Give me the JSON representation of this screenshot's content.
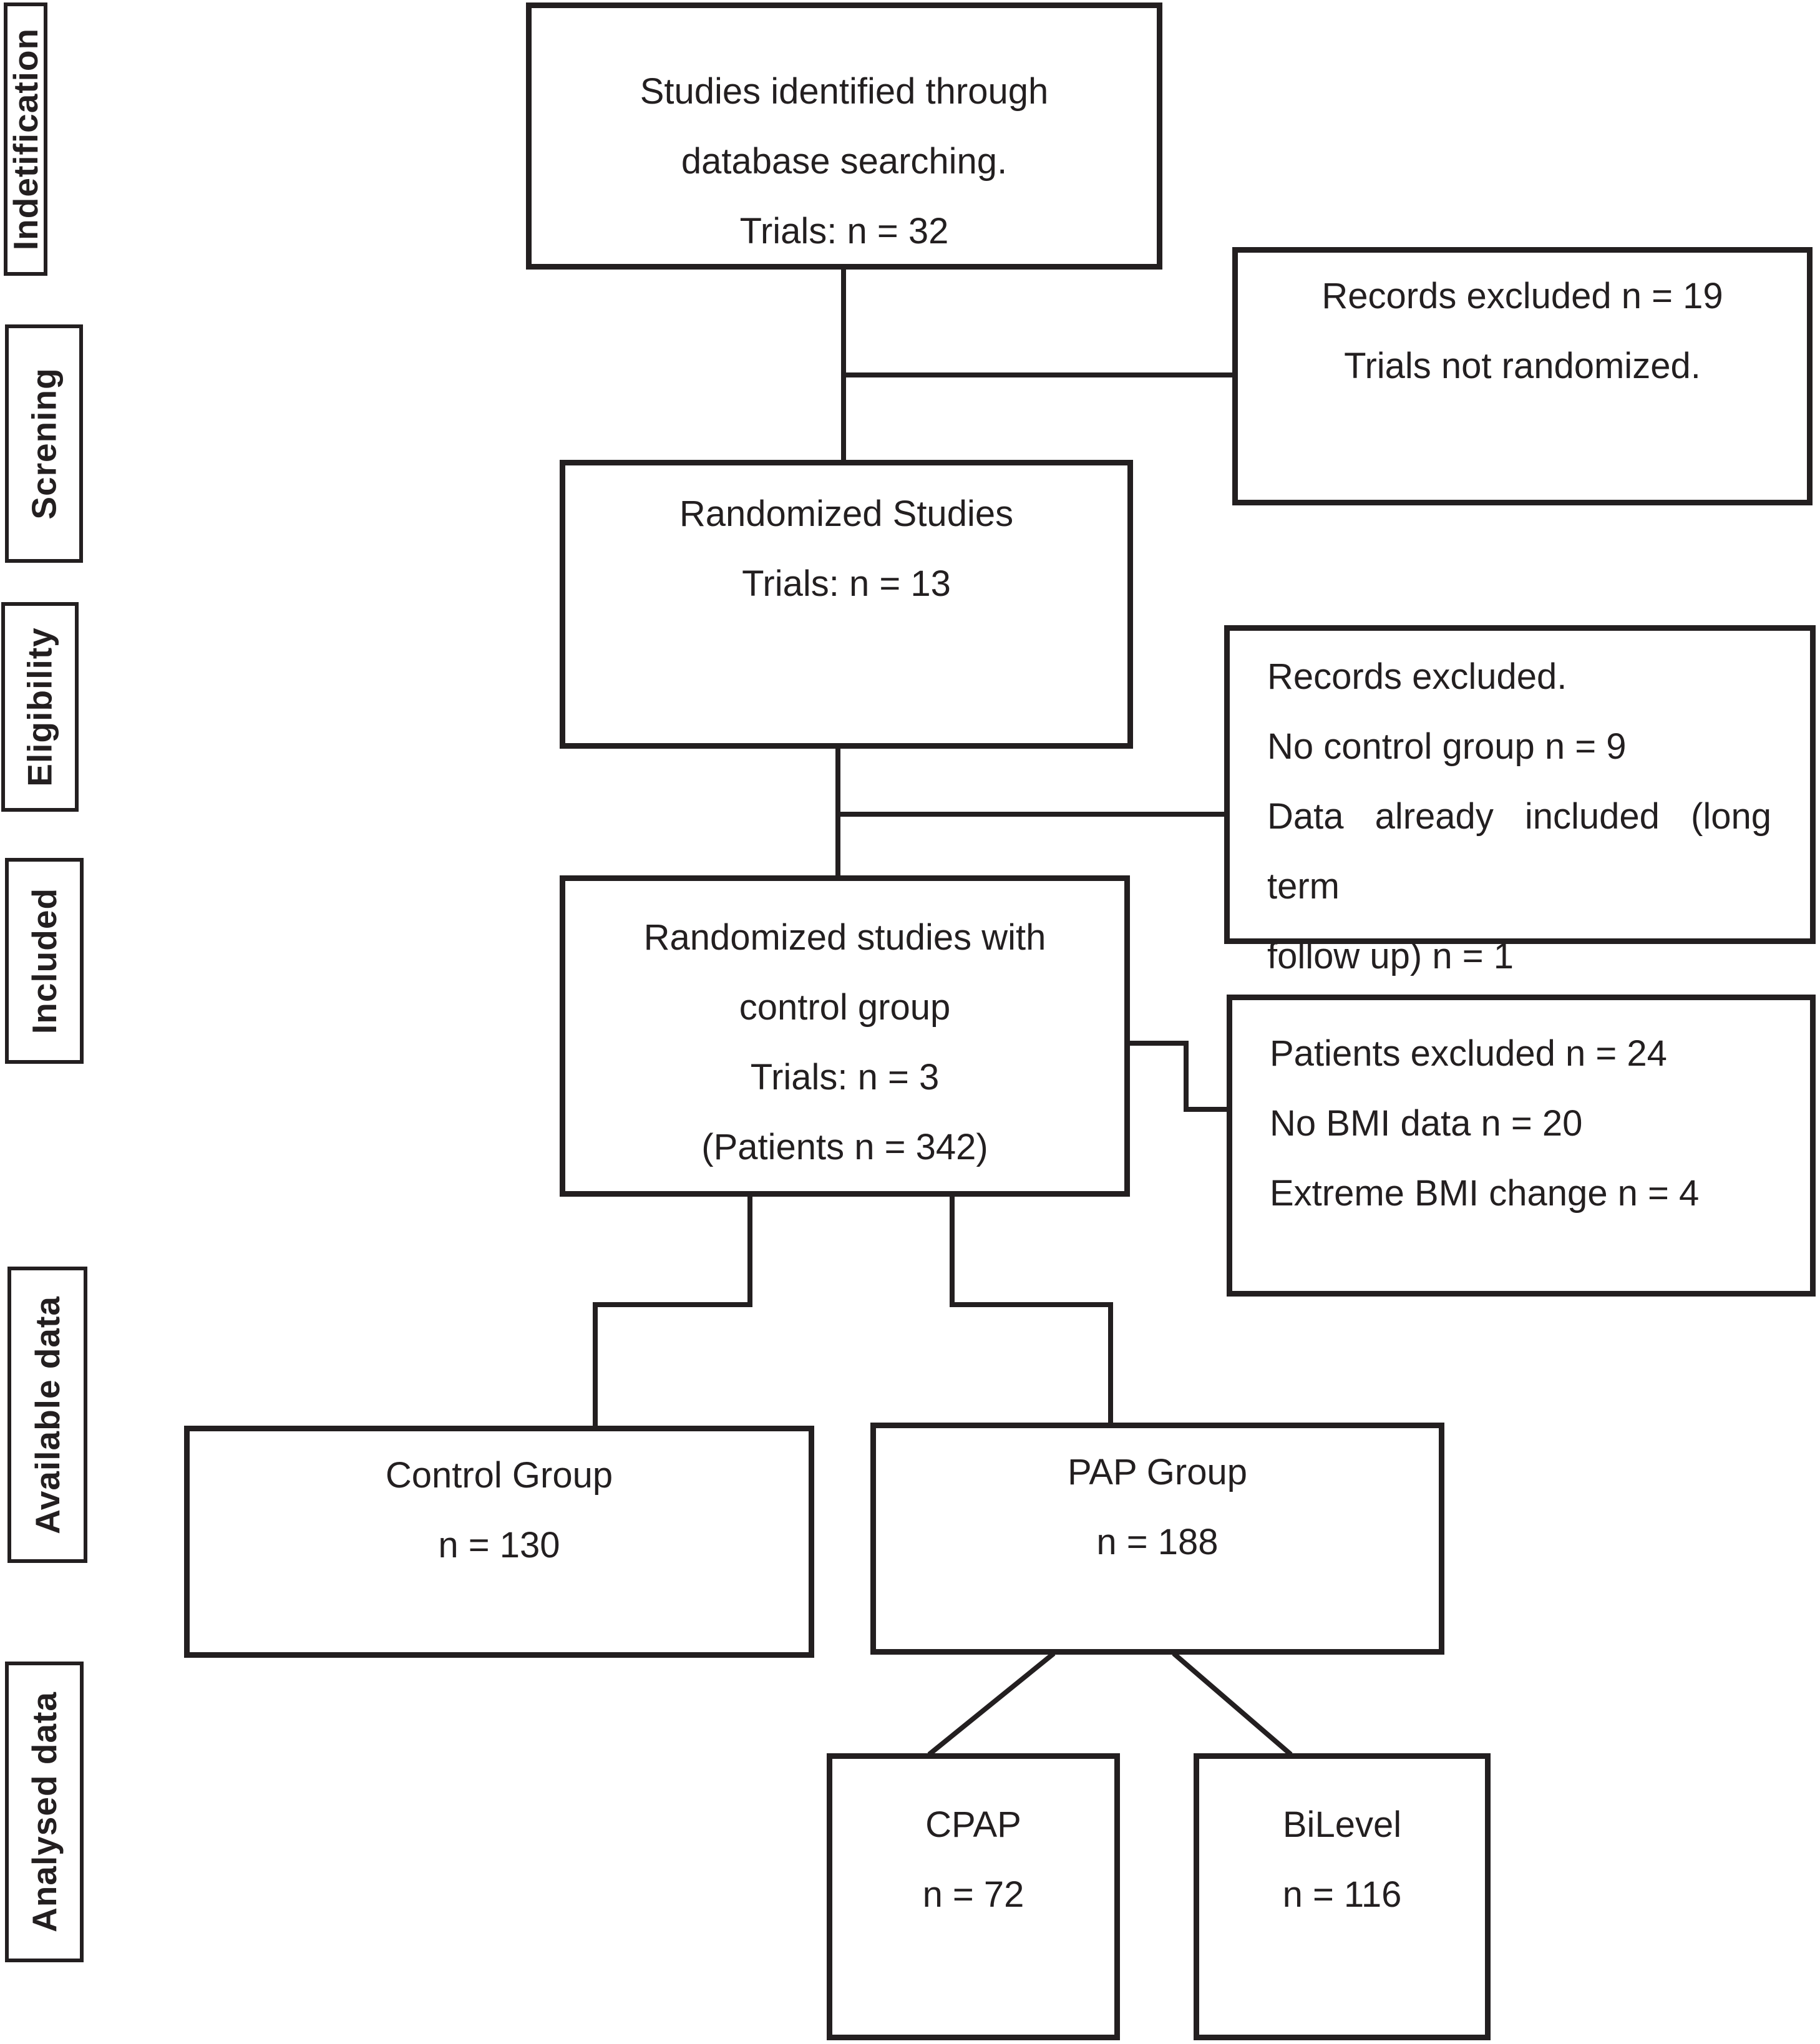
{
  "title": "Study selection flow diagram",
  "sidebar": {
    "stages": [
      {
        "label": "Indetification"
      },
      {
        "label": "Screning"
      },
      {
        "label": "Eligibility"
      },
      {
        "label": "Included"
      },
      {
        "label": "Available data"
      },
      {
        "label": "Analysed data"
      }
    ]
  },
  "flow": {
    "identified": {
      "lines": [
        "Studies identified through",
        "database searching.",
        "Trials: n = 32"
      ]
    },
    "excluded_screening": {
      "lines": [
        "Records excluded n = 19",
        "Trials not randomized."
      ]
    },
    "randomized": {
      "lines": [
        "Randomized Studies",
        "Trials: n = 13"
      ]
    },
    "excluded_eligibility": {
      "lines": [
        "Records excluded.",
        "No control group n = 9",
        "Data already included (long term",
        "follow up) n = 1"
      ]
    },
    "included_box": {
      "lines": [
        "Randomized studies with",
        "control group",
        "Trials: n = 3",
        "(Patients n = 342)"
      ]
    },
    "patients_excluded": {
      "lines": [
        "Patients excluded n = 24",
        "No BMI data n = 20",
        "Extreme BMI change n = 4"
      ]
    },
    "control_group": {
      "lines": [
        "Control Group",
        "n = 130"
      ]
    },
    "pap_group": {
      "lines": [
        "PAP Group",
        "n = 188"
      ]
    },
    "cpap": {
      "lines": [
        "CPAP",
        "n = 72"
      ]
    },
    "bilevel": {
      "lines": [
        "BiLevel",
        "n = 116"
      ]
    }
  },
  "colors": {
    "ink": "#231f20",
    "background": "#ffffff"
  }
}
